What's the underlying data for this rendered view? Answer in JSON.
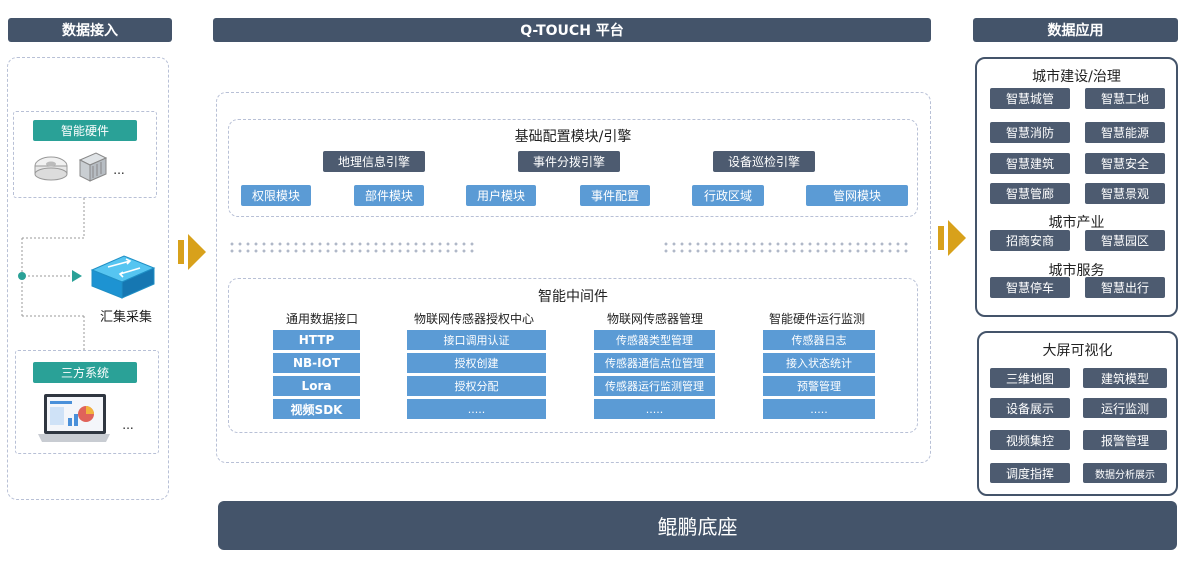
{
  "headers": {
    "left": "数据接入",
    "center": "Q-TOUCH 平台",
    "right": "数据应用"
  },
  "left": {
    "smart_hw_label": "智能硬件",
    "smart_hw_more": "...",
    "collector_label": "汇集采集",
    "third_party_label": "三方系统",
    "third_party_more": "..."
  },
  "base_config": {
    "title": "基础配置模块/引擎",
    "engines": [
      "地理信息引擎",
      "事件分拨引擎",
      "设备巡检引擎"
    ],
    "modules": [
      "权限模块",
      "部件模块",
      "用户模块",
      "事件配置",
      "行政区域",
      "管网模块"
    ]
  },
  "middleware": {
    "title": "智能中间件",
    "columns": [
      {
        "label": "通用数据接口",
        "items": [
          "HTTP",
          "NB-IOT",
          "Lora",
          "视频SDK"
        ]
      },
      {
        "label": "物联网传感器授权中心",
        "items": [
          "接口调用认证",
          "授权创建",
          "授权分配",
          "....."
        ]
      },
      {
        "label": "物联网传感器管理",
        "items": [
          "传感器类型管理",
          "传感器通信点位管理",
          "传感器运行监测管理",
          "....."
        ]
      },
      {
        "label": "智能硬件运行监测",
        "items": [
          "传感器日志",
          "接入状态统计",
          "预警管理",
          "....."
        ]
      }
    ]
  },
  "foundation": "鲲鹏底座",
  "apps": {
    "city_gov": {
      "title": "城市建设/治理",
      "items": [
        "智慧城管",
        "智慧工地",
        "智慧消防",
        "智慧能源",
        "智慧建筑",
        "智慧安全",
        "智慧管廊",
        "智慧景观"
      ]
    },
    "industry": {
      "title": "城市产业",
      "items": [
        "招商安商",
        "智慧园区"
      ]
    },
    "service": {
      "title": "城市服务",
      "items": [
        "智慧停车",
        "智慧出行"
      ]
    }
  },
  "bigscreen": {
    "title": "大屏可视化",
    "items": [
      "三维地图",
      "建筑模型",
      "设备展示",
      "运行监测",
      "视频集控",
      "报警管理",
      "调度指挥",
      "数据分析展示"
    ]
  },
  "colors": {
    "header": "#44546a",
    "teal": "#2aa197",
    "blue": "#5b9bd5",
    "arrow": "#d8a11b",
    "foundation": "#44546a"
  }
}
